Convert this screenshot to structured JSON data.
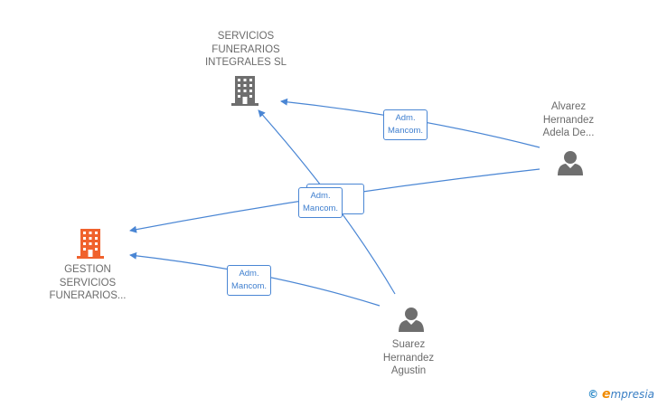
{
  "companies": [
    {
      "id": "servicios",
      "lines": [
        "SERVICIOS",
        "FUNERARIOS",
        "INTEGRALES SL"
      ],
      "color": "#6e6e6e",
      "icon": "building-icon"
    },
    {
      "id": "gestion",
      "lines": [
        "GESTION",
        "SERVICIOS",
        "FUNERARIOS..."
      ],
      "color": "#f0622d",
      "icon": "building-icon"
    }
  ],
  "persons": [
    {
      "id": "alvarez",
      "lines": [
        "Alvarez",
        "Hernandez",
        "Adela De..."
      ],
      "icon": "person-icon"
    },
    {
      "id": "suarez",
      "lines": [
        "Suarez",
        "Hernandez",
        "Agustin"
      ],
      "icon": "person-icon"
    }
  ],
  "relations": [
    {
      "from": "alvarez",
      "to": "servicios",
      "label": [
        "Adm.",
        "Mancom."
      ]
    },
    {
      "from": "alvarez",
      "to": "gestion",
      "label": [
        "Adm.",
        "Mancom."
      ]
    },
    {
      "from": "suarez",
      "to": "servicios",
      "label": [
        "Adm.",
        "Mancom."
      ]
    },
    {
      "from": "suarez",
      "to": "gestion",
      "label": [
        "Adm.",
        "Mancom."
      ]
    }
  ],
  "edge_color": "#4a86d4",
  "watermark": {
    "copyright": "©",
    "brand_initial": "e",
    "brand_rest": "mpresia"
  }
}
